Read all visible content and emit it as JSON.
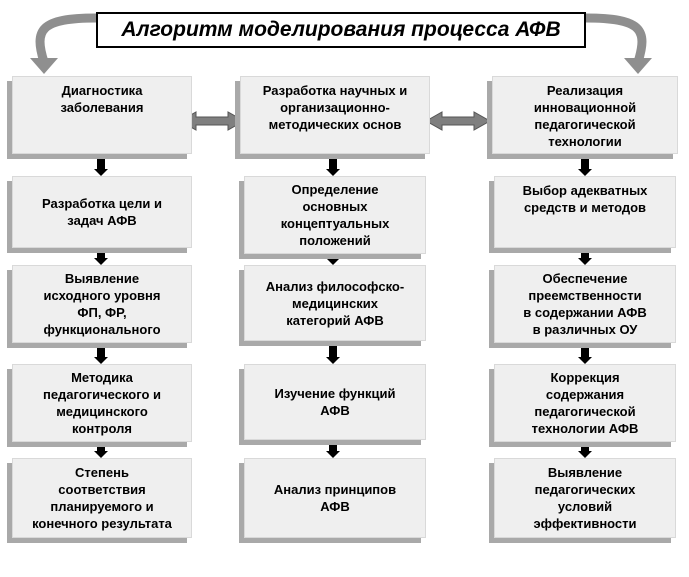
{
  "title": "Алгоритм моделирования процесса АФВ",
  "columns": [
    {
      "boxes": [
        "Диагностика\nзаболевания",
        "Разработка цели и\nзадач АФВ",
        "Выявление\nисходного уровня\nФП, ФР,\nфункционального",
        "Методика\nпедагогического и\nмедицинского\nконтроля",
        "Степень\nсоответствия\nпланируемого и\nконечного результата"
      ]
    },
    {
      "boxes": [
        "Разработка научных и\nорганизационно-\nметодических основ",
        "Определение\nосновных\nконцептуальных\nположений",
        "Анализ философско-\nмедицинских\nкатегорий АФВ",
        "Изучение функций\nАФВ",
        "Анализ принципов\nАФВ"
      ]
    },
    {
      "boxes": [
        "Реализация\nинновационной\nпедагогической\nтехнологии",
        "Выбор адекватных\nсредств и методов",
        "Обеспечение\nпреемственности\nв содержании АФВ\nв различных ОУ",
        "Коррекция\nсодержания\nпедагогической\nтехнологии АФВ",
        "Выявление\nпедагогических\nусловий\nэффективности"
      ]
    }
  ]
}
